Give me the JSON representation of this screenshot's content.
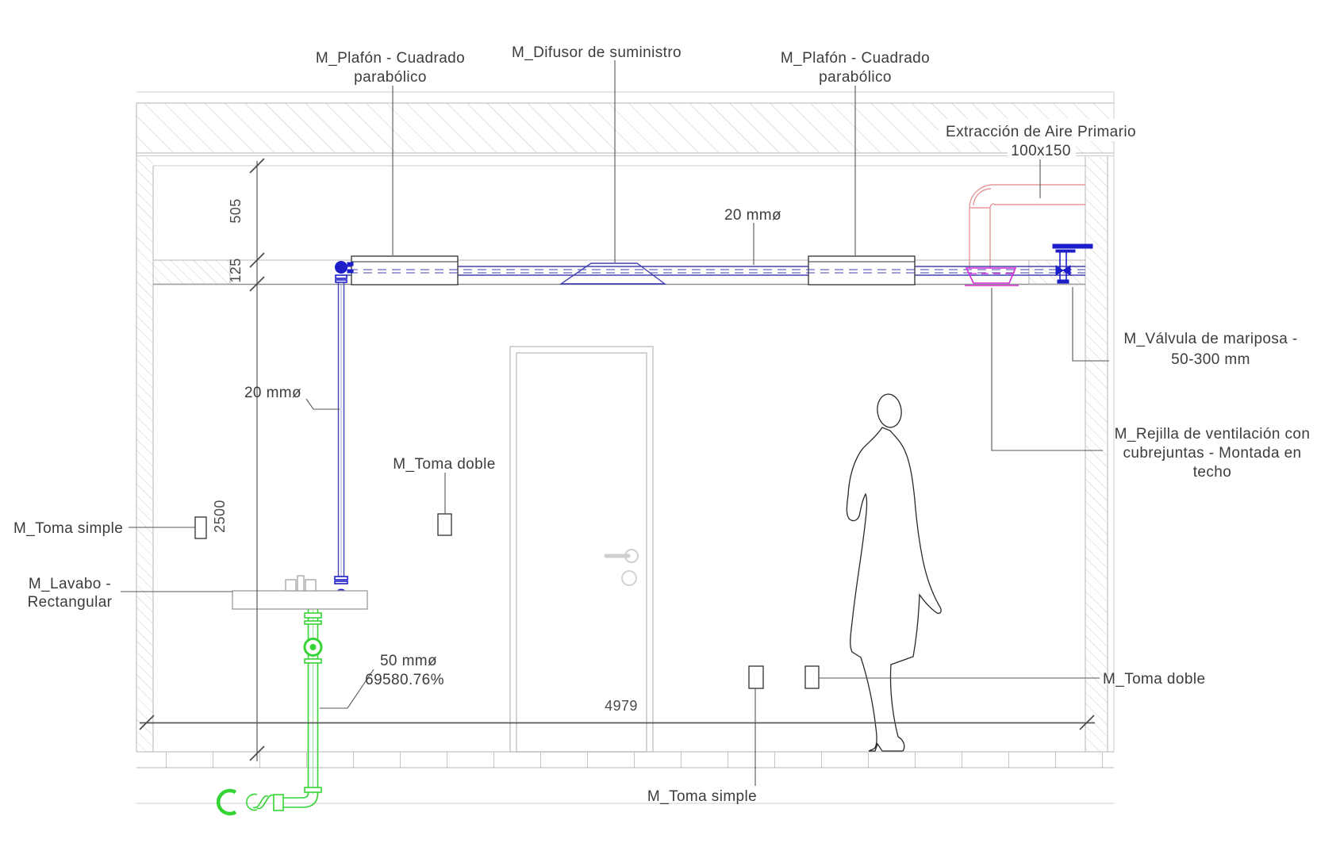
{
  "drawing": {
    "annotations": {
      "plafon_left": {
        "line1": "M_Plafón - Cuadrado",
        "line2": "parabólico"
      },
      "difusor": {
        "label": "M_Difusor de suministro"
      },
      "plafon_right": {
        "line1": "M_Plafón - Cuadrado",
        "line2": "parabólico"
      },
      "extraccion": {
        "line1": "Extracción de Aire Primario",
        "line2": "100x150"
      },
      "pipe20_top": {
        "label": "20 mmø"
      },
      "pipe20_left": {
        "label": "20 mmø"
      },
      "valvula": {
        "line1": "M_Válvula de mariposa -",
        "line2": "50-300 mm"
      },
      "rejilla": {
        "line1": "M_Rejilla de ventilación con",
        "line2": "cubrejuntas - Montada en",
        "line3": "techo"
      },
      "toma_simple_left": {
        "label": "M_Toma simple"
      },
      "lavabo": {
        "line1": "M_Lavabo -",
        "line2": "Rectangular"
      },
      "pipe50": {
        "line1": "50 mmø",
        "line2": "69580.76%"
      },
      "toma_doble_mid": {
        "label": "M_Toma doble"
      },
      "toma_doble_right": {
        "label": "M_Toma doble"
      },
      "toma_simple_bottom": {
        "label": "M_Toma simple"
      }
    },
    "dimensions": {
      "plenum_height": "505",
      "ceiling_thickness": "125",
      "room_height": "2500",
      "room_width": "4979"
    },
    "colors": {
      "pipe_blue": "#4343b2",
      "fitting_blue": "#1d1dc9",
      "duct_red": "#e39898",
      "grille_magenta": "#d929d9",
      "drain_green": "#35d435",
      "text_color": "#3c3c3c",
      "dim_color": "#4a4a4a",
      "structure_light": "#b4b4b4",
      "door_gray": "#bcbcbc"
    }
  }
}
